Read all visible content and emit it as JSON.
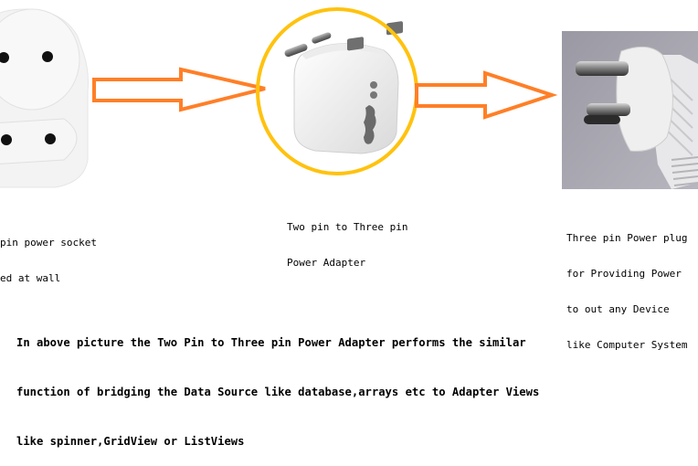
{
  "diagram": {
    "nodes": [
      {
        "id": "socket",
        "label_lines": [
          "pin power socket",
          "ed at wall"
        ],
        "icon": "two-pin-wall-socket-photo"
      },
      {
        "id": "adapter",
        "label_lines": [
          "Two pin to Three pin",
          "Power Adapter"
        ],
        "icon": "two-to-three-pin-adapter-photo",
        "highlight_color": "#FFC20E"
      },
      {
        "id": "plug",
        "label_lines": [
          "Three pin Power plug",
          "for Providing Power",
          "to out any Device",
          "like Computer System"
        ],
        "icon": "three-pin-plug-photo"
      }
    ],
    "edges": [
      {
        "from": "socket",
        "to": "adapter",
        "style": "outlined-block-arrow"
      },
      {
        "from": "adapter",
        "to": "plug",
        "style": "outlined-block-arrow"
      }
    ],
    "arrow_color": "#FF7F27",
    "circle_color": "#FFC20E"
  },
  "description": {
    "lines": [
      "In above picture the Two Pin to Three pin Power Adapter performs the similar",
      "function of bridging the Data Source like database,arrays etc to Adapter Views",
      "like spinner,GridView or ListViews"
    ]
  }
}
